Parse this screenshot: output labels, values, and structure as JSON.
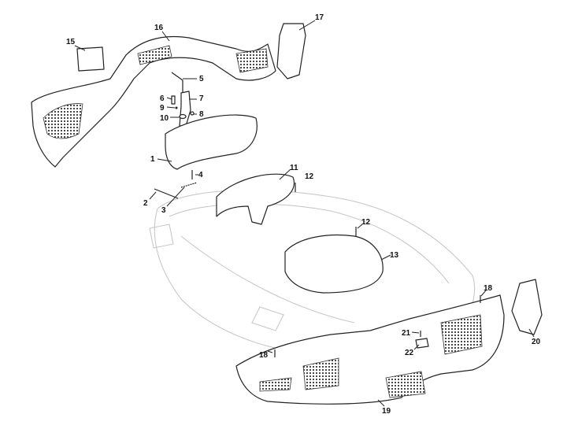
{
  "diagram": {
    "type": "exploded parts diagram",
    "callouts": {
      "c1": "1",
      "c2": "2",
      "c3": "3",
      "c4": "4",
      "c5": "5",
      "c6": "6",
      "c7": "7",
      "c8": "8",
      "c9": "9",
      "c10": "10",
      "c11": "11",
      "c12a": "12",
      "c12b": "12",
      "c13": "13",
      "c15": "15",
      "c16": "16",
      "c17": "17",
      "c18a": "18",
      "c18b": "18",
      "c19": "19",
      "c20": "20",
      "c21": "21",
      "c22": "22"
    }
  }
}
